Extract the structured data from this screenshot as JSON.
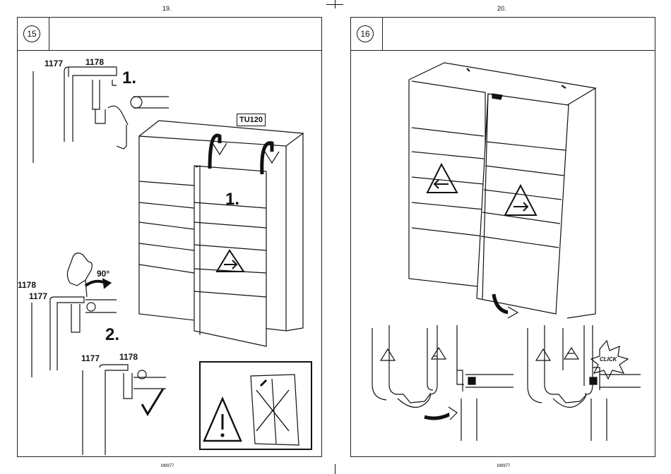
{
  "left_page": {
    "page_number": "19.",
    "step_number": "15",
    "footer_code": "M9977",
    "part_labels": {
      "top_a": "1177",
      "top_b": "1178",
      "mid_a": "1178",
      "mid_b": "1177",
      "bot_a": "1177",
      "bot_b": "1178"
    },
    "step_one_marker": "1.",
    "step_one_door_marker": "1.",
    "step_two_marker": "2.",
    "rotation_label": "90°",
    "hardware_tag": "TU120"
  },
  "right_page": {
    "page_number": "20.",
    "step_number": "16",
    "footer_code": "M9977",
    "click_label": "CLICK"
  }
}
